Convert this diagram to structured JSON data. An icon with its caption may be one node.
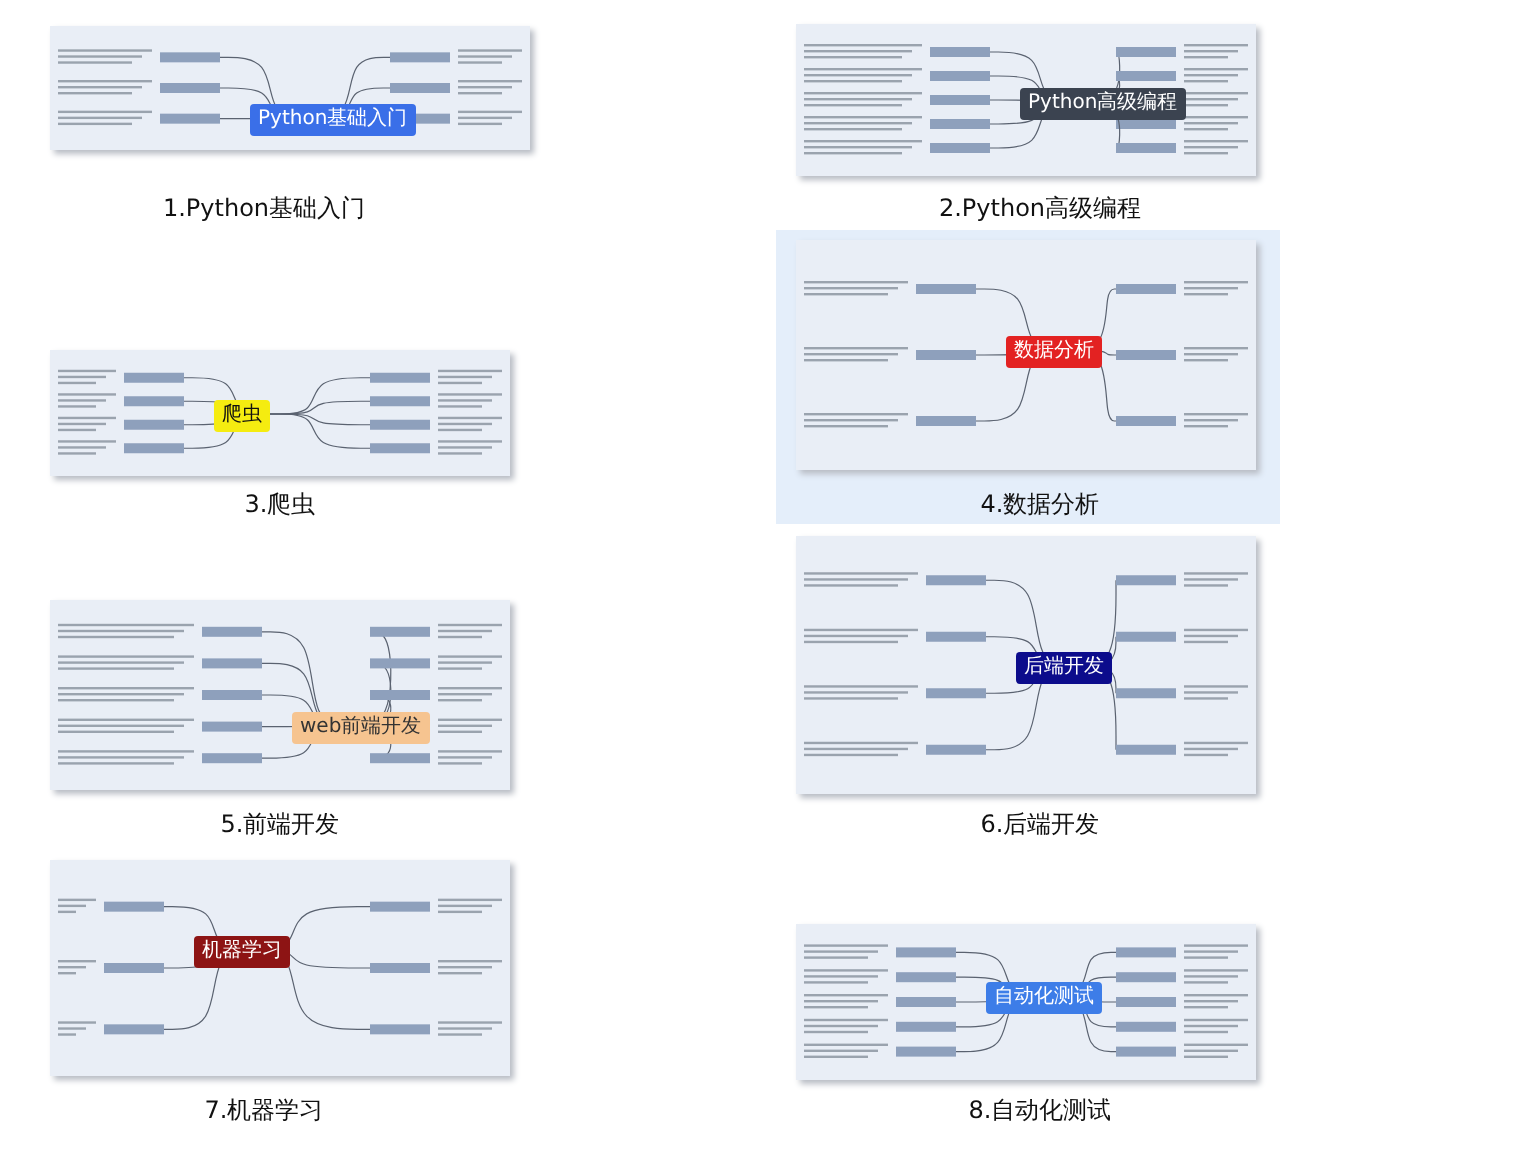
{
  "diagram": {
    "nodes": [
      {
        "text": [],
        "shape": "picture",
        "beside": [
          "1.Python基础入门"
        ]
      },
      {
        "text": [
          "Python基础入门"
        ],
        "in": 0
      },
      {
        "text": [],
        "shape": "picture",
        "beside": [
          "2.Python高级编程"
        ]
      },
      {
        "text": [
          "Python高级编程"
        ],
        "in": 2
      },
      {
        "text": [],
        "shape": "picture",
        "beside": [
          "3.爬虫"
        ]
      },
      {
        "text": [
          "爬虫"
        ],
        "in": 4
      },
      {
        "text": [],
        "shape": "picture",
        "beside": [
          "4.数据分析"
        ]
      },
      {
        "text": [
          "数据分析"
        ],
        "in": 6
      },
      {
        "text": [],
        "shape": "picture",
        "beside": [
          "5.前端开发"
        ]
      },
      {
        "text": [
          "web前端开发"
        ],
        "in": 8
      },
      {
        "text": [],
        "shape": "picture",
        "beside": [
          "6.后端开发"
        ]
      },
      {
        "text": [
          "后端开发"
        ],
        "in": 10
      },
      {
        "text": [],
        "shape": "picture",
        "beside": [
          "7.机器学习"
        ]
      },
      {
        "text": [
          "机器学习"
        ],
        "in": 12
      },
      {
        "text": [],
        "shape": "picture",
        "beside": [
          "8.自动化测试"
        ]
      },
      {
        "text": [
          "自动化测试"
        ],
        "in": 14
      }
    ]
  }
}
